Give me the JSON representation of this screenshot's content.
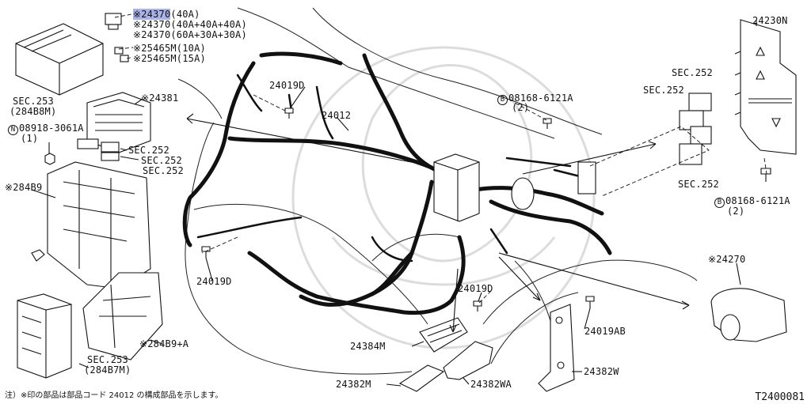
{
  "diagram": {
    "figure_id": "T2400081",
    "footnote": "注）※印の部品は部品コード 24012 の構成部品を示します。",
    "labels": {
      "fuse_40a_code": "※24370",
      "fuse_40a_spec": "(40A)",
      "fuse_multi1": "※24370(40A+40A+40A)",
      "fuse_multi2": "※24370(60A+30A+30A)",
      "fuse_10a": "※25465M(10A)",
      "fuse_15a": "※25465M(15A)",
      "sec253_top": "SEC.253",
      "sec253_top_sub": "(284B8M)",
      "relay_box": "※24381",
      "nut_left_code": "08918-3061A",
      "nut_left_qty": "(1)",
      "sec252_left1": "SEC.252",
      "sec252_left2": "SEC.252",
      "sec252_left3": "SEC.252",
      "bracket_284b9": "※284B9",
      "sec253_bottom": "SEC.253",
      "sec253_bottom_sub": "(284B7M)",
      "cover_284b9a": "※284B9+A",
      "bolt_24019d_top": "24019D",
      "harness_main": "24012",
      "bolt_24019d_left": "24019D",
      "bolt_24019d_right": "24019D",
      "bolt_top_code": "08168-6121A",
      "bolt_top_qty": "(2)",
      "bracket_24230n": "24230N",
      "sec252_right1": "SEC.252",
      "sec252_right2": "SEC.252",
      "sec252_right3": "SEC.252",
      "bolt_right_code": "08168-6121A",
      "bolt_right_qty": "(2)",
      "protector_24270": "※24270",
      "bolt_24019ab": "24019AB",
      "bracket_24384m": "24384M",
      "bracket_24382w": "24382W",
      "protector_24382m": "24382M",
      "protector_24382wa": "24382WA"
    },
    "markers": {
      "nut_marker": "N",
      "bolt_marker": "B"
    }
  }
}
